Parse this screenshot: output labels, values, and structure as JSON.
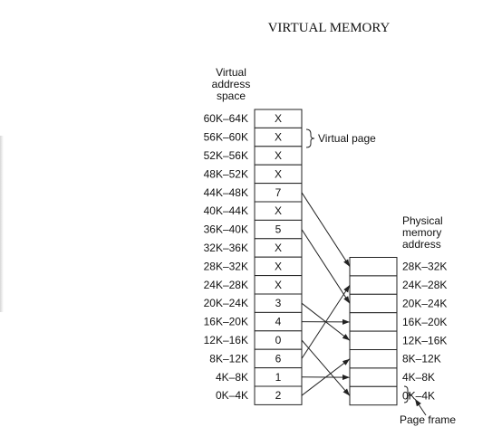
{
  "title": "VIRTUAL MEMORY",
  "virtual": {
    "header": [
      "Virtual",
      "address",
      "space"
    ],
    "rows": [
      {
        "range": "60K–64K",
        "value": "X"
      },
      {
        "range": "56K–60K",
        "value": "X"
      },
      {
        "range": "52K–56K",
        "value": "X"
      },
      {
        "range": "48K–52K",
        "value": "X"
      },
      {
        "range": "44K–48K",
        "value": "7"
      },
      {
        "range": "40K–44K",
        "value": "X"
      },
      {
        "range": "36K–40K",
        "value": "5"
      },
      {
        "range": "32K–36K",
        "value": "X"
      },
      {
        "range": "28K–32K",
        "value": "X"
      },
      {
        "range": "24K–28K",
        "value": "X"
      },
      {
        "range": "20K–24K",
        "value": "3"
      },
      {
        "range": "16K–20K",
        "value": "4"
      },
      {
        "range": "12K–16K",
        "value": "0"
      },
      {
        "range": "8K–12K",
        "value": "6"
      },
      {
        "range": "4K–8K",
        "value": "1"
      },
      {
        "range": "0K–4K",
        "value": "2"
      }
    ]
  },
  "physical": {
    "header": [
      "Physical",
      "memory",
      "address"
    ],
    "rows": [
      "28K–32K",
      "24K–28K",
      "20K–24K",
      "16K–20K",
      "12K–16K",
      "8K–12K",
      "4K–8K",
      "0K–4K"
    ]
  },
  "annotations": {
    "virtual_page": "Virtual page",
    "page_frame": "Page frame"
  }
}
